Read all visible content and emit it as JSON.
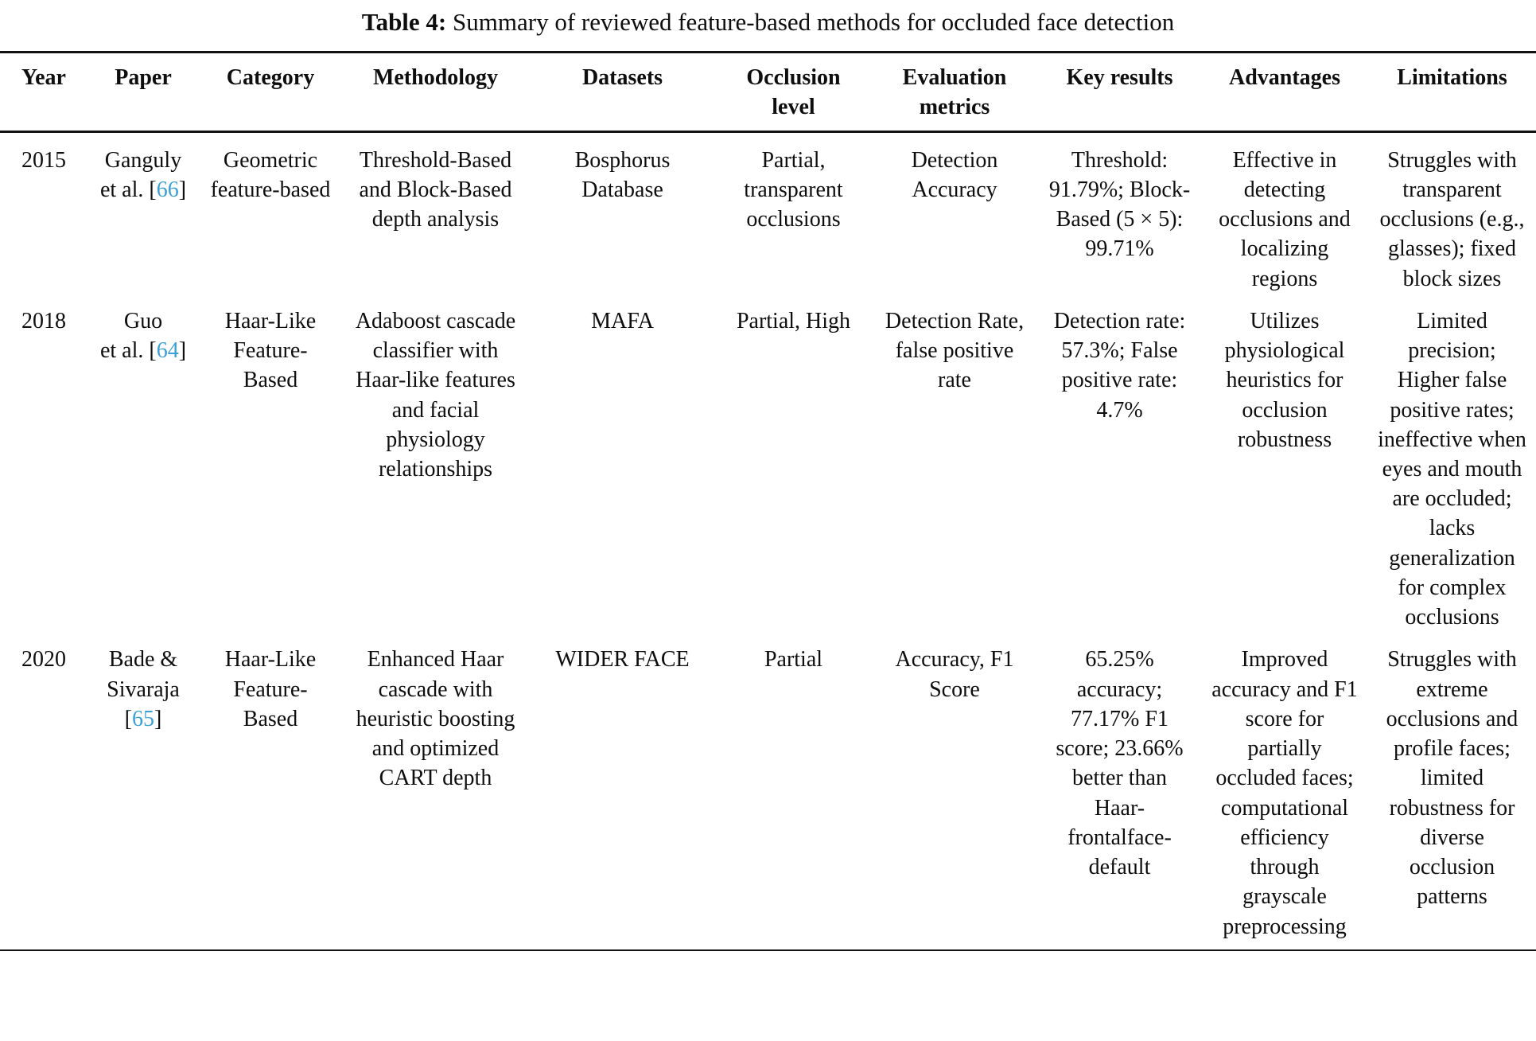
{
  "caption": {
    "label": "Table 4:",
    "text": "Summary of reviewed feature-based methods for occluded face detection"
  },
  "citation_color": "#3B9FD8",
  "cite": {
    "open": "[",
    "close": "]"
  },
  "columns": [
    "Year",
    "Paper",
    "Category",
    "Methodology",
    "Datasets",
    "Occlusion level",
    "Evaluation metrics",
    "Key results",
    "Advantages",
    "Limitations"
  ],
  "rows": [
    {
      "year": "2015",
      "paper": {
        "line1": "Ganguly",
        "line2": "et al.",
        "ref": "66"
      },
      "category": "Geometric feature-based",
      "methodology": "Threshold-Based and Block-Based depth analysis",
      "datasets": "Bosphorus Database",
      "occlusion_level": "Partial, transparent occlusions",
      "evaluation_metrics": "Detection Accuracy",
      "key_results": "Threshold: 91.79%; Block-Based (5 × 5): 99.71%",
      "advantages": "Effective in detecting occlusions and localizing regions",
      "limitations": "Struggles with transparent occlusions (e.g., glasses); fixed block sizes"
    },
    {
      "year": "2018",
      "paper": {
        "line1": "Guo",
        "line2": "et al.",
        "ref": "64"
      },
      "category": "Haar-Like Feature-Based",
      "methodology": "Adaboost cascade classifier with Haar-like features and facial physiology relationships",
      "datasets": "MAFA",
      "occlusion_level": "Partial, High",
      "evaluation_metrics": "Detection Rate, false positive rate",
      "key_results": "Detection rate: 57.3%; False positive rate: 4.7%",
      "advantages": "Utilizes physiological heuristics for occlusion robustness",
      "limitations": "Limited precision; Higher false positive rates; ineffective when eyes and mouth are occluded; lacks generalization for complex occlusions"
    },
    {
      "year": "2020",
      "paper": {
        "line1": "Bade &",
        "line2": "Sivaraja",
        "ref": "65"
      },
      "category": "Haar-Like Feature-Based",
      "methodology": "Enhanced Haar cascade with heuristic boosting and optimized CART depth",
      "datasets": "WIDER FACE",
      "occlusion_level": "Partial",
      "evaluation_metrics": "Accuracy, F1 Score",
      "key_results": "65.25% accuracy; 77.17% F1 score; 23.66% better than Haar-frontalface-default",
      "advantages": "Improved accuracy and F1 score for partially occluded faces; computational efficiency through grayscale preprocessing",
      "limitations": "Struggles with extreme occlusions and profile faces; limited robustness for diverse occlusion patterns"
    }
  ]
}
